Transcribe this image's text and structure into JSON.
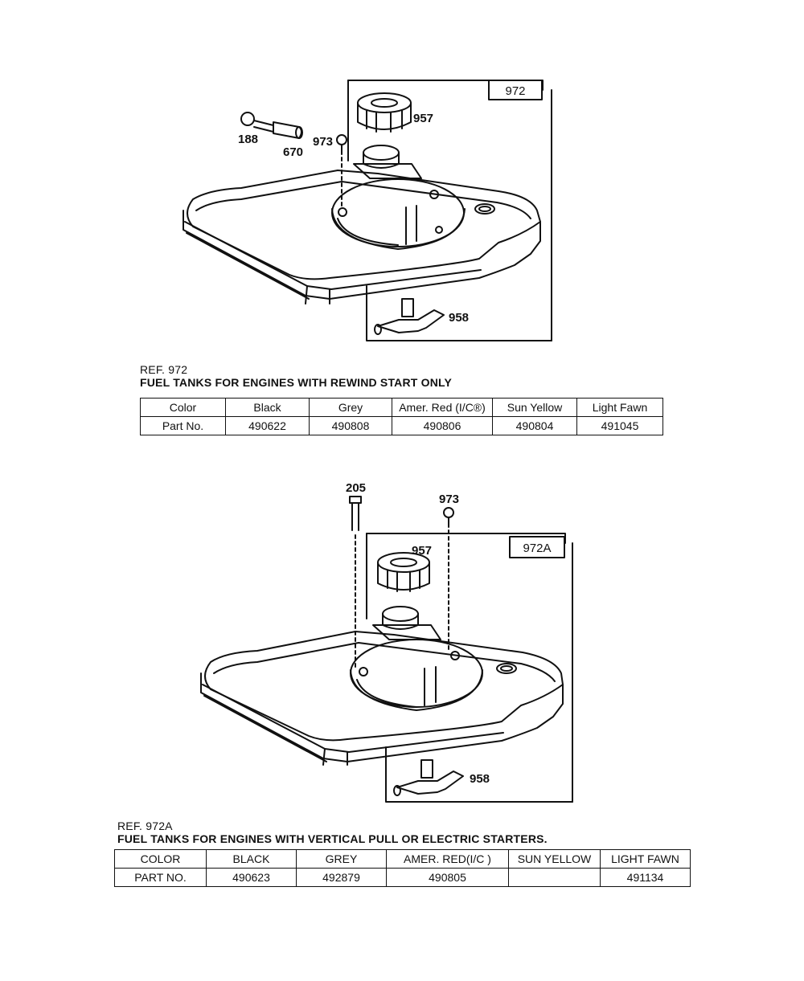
{
  "diagram1": {
    "ref_box": "972",
    "callouts": {
      "c188": "188",
      "c670": "670",
      "c973": "973",
      "c957": "957",
      "c958": "958"
    },
    "ref_label": "REF. 972",
    "title": "FUEL TANKS FOR ENGINES WITH REWIND START ONLY",
    "table": {
      "header_label": "Color",
      "row_label": "Part No.",
      "colors": [
        "Black",
        "Grey",
        "Amer. Red (I/C®)",
        "Sun Yellow",
        "Light Fawn"
      ],
      "parts": [
        "490622",
        "490808",
        "490806",
        "490804",
        "491045"
      ]
    }
  },
  "diagram2": {
    "ref_box": "972A",
    "callouts": {
      "c205": "205",
      "c973": "973",
      "c957": "957",
      "c958": "958"
    },
    "ref_label": "REF. 972A",
    "title": "FUEL TANKS FOR ENGINES WITH VERTICAL PULL OR ELECTRIC STARTERS.",
    "table": {
      "header_label": "COLOR",
      "row_label": "PART NO.",
      "colors": [
        "BLACK",
        "GREY",
        "AMER. RED(I/C   )",
        "SUN YELLOW",
        "LIGHT FAWN"
      ],
      "parts": [
        "490623",
        "492879",
        "490805",
        "",
        "491134"
      ]
    }
  }
}
